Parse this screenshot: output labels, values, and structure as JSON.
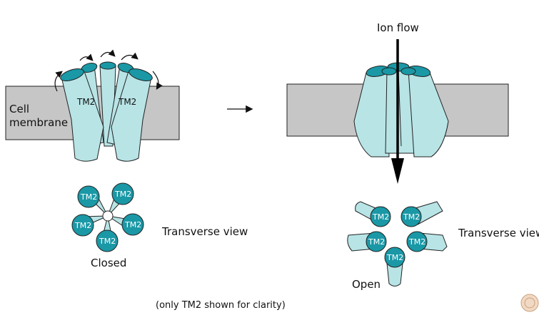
{
  "labels": {
    "cell_membrane_line1": "Cell",
    "cell_membrane_line2": "membrane",
    "ion_flow": "Ion flow",
    "transverse_view_left": "Transverse view",
    "transverse_view_right": "Transverse view",
    "closed": "Closed",
    "open": "Open",
    "helix": "TM2",
    "footnote": "(only TM2 shown for clarity)"
  },
  "colors": {
    "membrane": "#c6c6c6",
    "helix_body": "#b8e4e6",
    "helix_top": "#1a98a6",
    "outline": "#222222"
  },
  "icons": {
    "transition_arrow": "right-arrow-icon",
    "ion_flow_arrow": "down-arrow-icon",
    "seal": "university-seal-icon"
  }
}
